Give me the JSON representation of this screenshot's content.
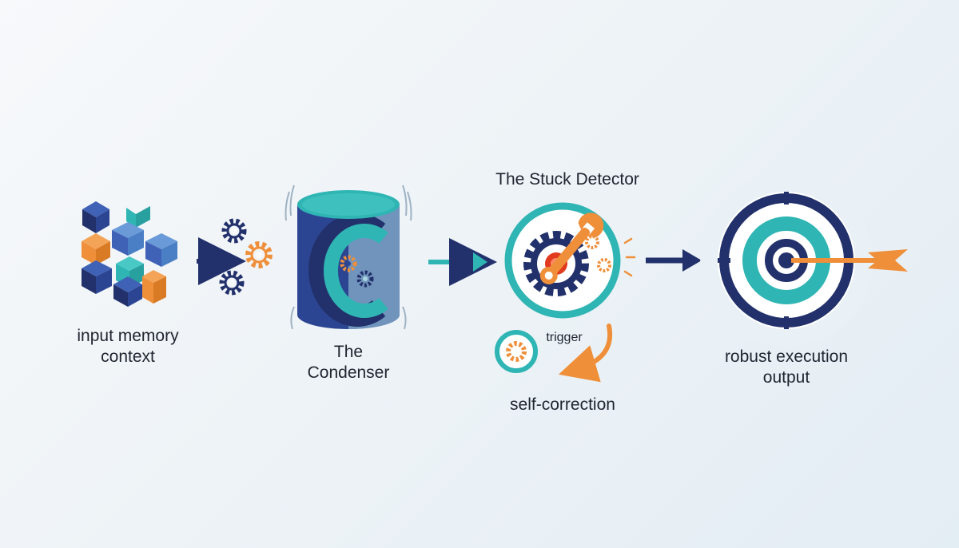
{
  "input": {
    "line1": "input memory",
    "line2": "context"
  },
  "condenser": {
    "line1": "The",
    "line2": "Condenser"
  },
  "detector": {
    "title": "The Stuck Detector",
    "trigger": "trigger",
    "correction": "self-correction"
  },
  "output": {
    "line1": "robust execution",
    "line2": "output"
  },
  "colors": {
    "navy": "#22306b",
    "teal": "#2fb5b3",
    "orange": "#ef8f3a",
    "blue": "#4a7fc6",
    "red": "#e13a1f"
  },
  "icons": [
    "cubes-icon",
    "gears-icon",
    "condenser-cylinder-icon",
    "stuck-detector-gear-wrench-icon",
    "trigger-gear-icon",
    "self-correction-arrow-icon",
    "target-icon",
    "dart-icon"
  ]
}
